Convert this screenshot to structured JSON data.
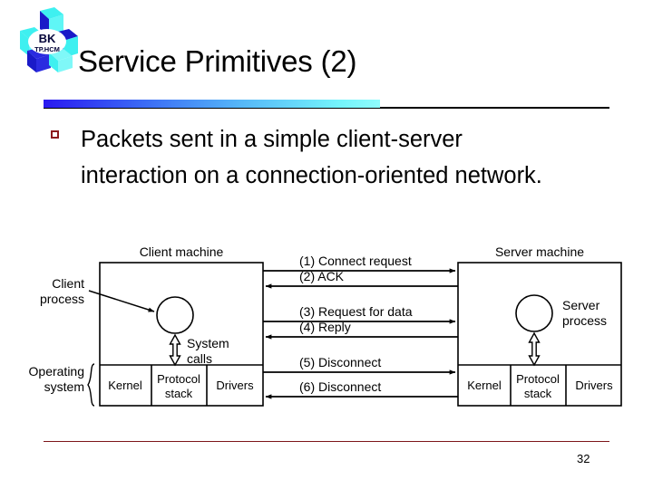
{
  "slide": {
    "title": "Service Primitives (2)",
    "page_number": "32",
    "accent_gradient_start": "#2a19f0",
    "accent_gradient_end": "#8ffcfd",
    "bullet_marker_color": "#8c1a1d",
    "footer_rule_color": "#7d1519"
  },
  "logo": {
    "name": "bk-tphcm-logo",
    "primary_text": "BK",
    "secondary_text": "TP.HCM",
    "color_dark_blue": "#1a1ac8",
    "color_mid_blue": "#2b2be0",
    "color_cyan": "#3ef0f0",
    "color_light_cyan": "#7ff8f8"
  },
  "body": {
    "bullets": [
      "Packets sent in a simple client-server interaction on a connection-oriented network."
    ]
  },
  "diagram": {
    "client_machine_label": "Client machine",
    "server_machine_label": "Server machine",
    "client_process_label": "Client\nprocess",
    "client_process_line1": "Client",
    "client_process_line2": "process",
    "server_process_line1": "Server",
    "server_process_line2": "process",
    "system_calls_line1": "System",
    "system_calls_line2": "calls",
    "operating_system_line1": "Operating",
    "operating_system_line2": "system",
    "os_boxes": [
      {
        "line1": "Kernel",
        "line2": ""
      },
      {
        "line1": "Protocol",
        "line2": "stack"
      },
      {
        "line1": "Drivers",
        "line2": ""
      }
    ],
    "messages": [
      {
        "label": "(1) Connect request",
        "direction": "right"
      },
      {
        "label": "(2) ACK",
        "direction": "left"
      },
      {
        "label": "(3) Request for data",
        "direction": "right"
      },
      {
        "label": "(4) Reply",
        "direction": "left"
      },
      {
        "label": "(5) Disconnect",
        "direction": "right"
      },
      {
        "label": "(6) Disconnect",
        "direction": "left"
      }
    ]
  }
}
